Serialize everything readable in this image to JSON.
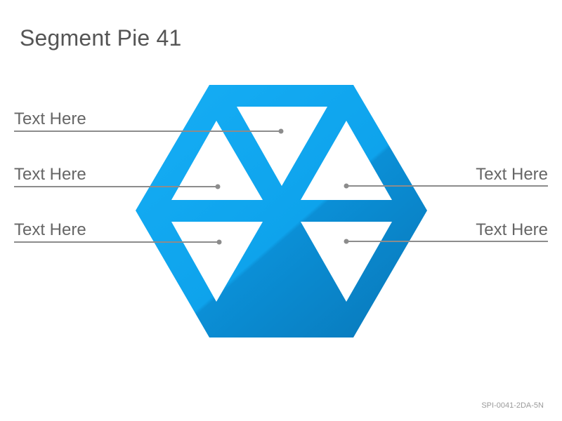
{
  "title": "Segment Pie 41",
  "footer_code": "SPI-0041-2DA-5N",
  "callouts": {
    "top_left": "Text Here",
    "mid_left": "Text Here",
    "bottom_left": "Text Here",
    "mid_right": "Text Here",
    "bottom_right": "Text Here"
  },
  "colors": {
    "hexagon_light": "#12a7ef",
    "hexagon_dark": "#0a7fc2",
    "leader_line": "#8c8c8c",
    "title_text": "#555555"
  }
}
